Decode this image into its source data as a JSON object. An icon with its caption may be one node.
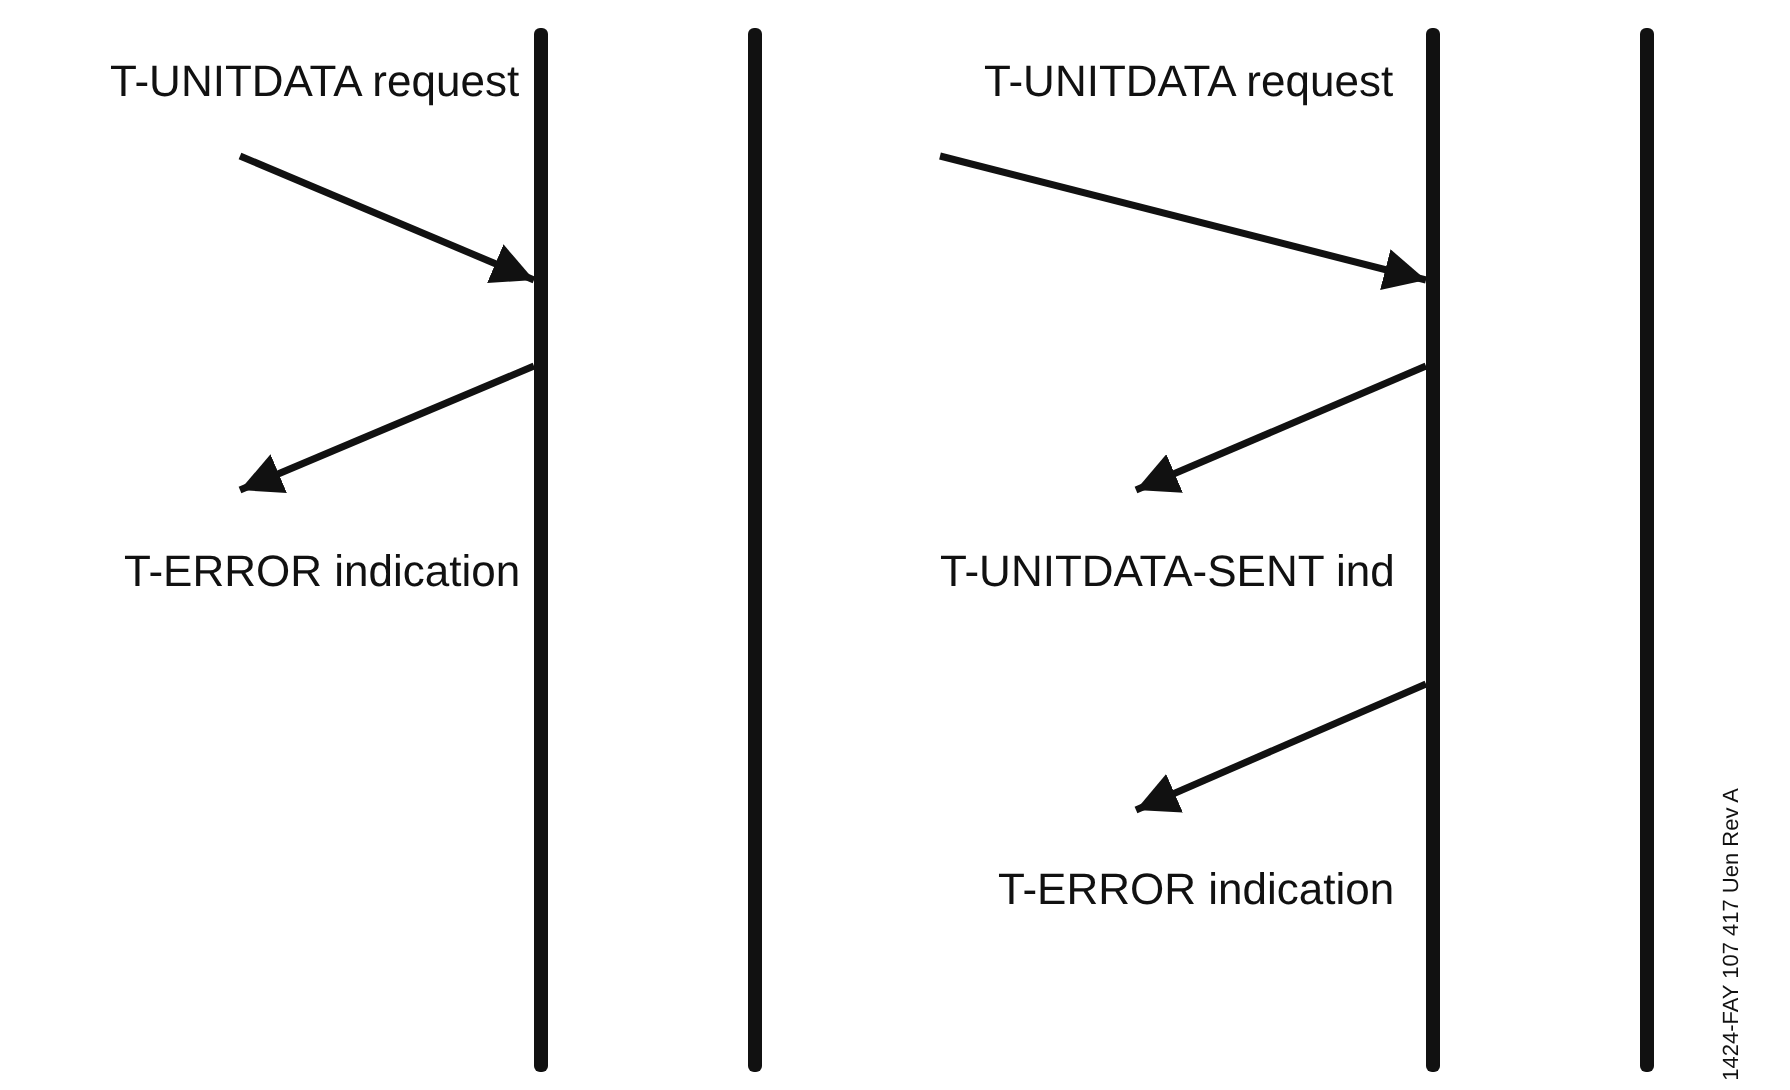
{
  "diagram": {
    "nodes": [
      {
        "text": [],
        "shape": "bar"
      },
      {
        "text": [],
        "shape": "bar"
      },
      {
        "text": [],
        "shape": "bar"
      },
      {
        "text": [],
        "shape": "bar"
      }
    ],
    "edges": [
      {
        "from": null,
        "to": 0,
        "arrow": "to",
        "label": "T-UNITDATA request"
      },
      {
        "from": 0,
        "to": null,
        "arrow": "to",
        "label": "T-ERROR indication"
      },
      {
        "from": null,
        "to": 2,
        "arrow": "to",
        "label": "T-UNITDATA request"
      },
      {
        "from": 2,
        "to": null,
        "arrow": "to",
        "label": "T-UNITDATA-SENT ind"
      },
      {
        "from": 2,
        "to": null,
        "arrow": "to",
        "label": "T-ERROR indication"
      }
    ],
    "labels": [
      "1424-FAY 107 417 Uen Rev A"
    ]
  }
}
